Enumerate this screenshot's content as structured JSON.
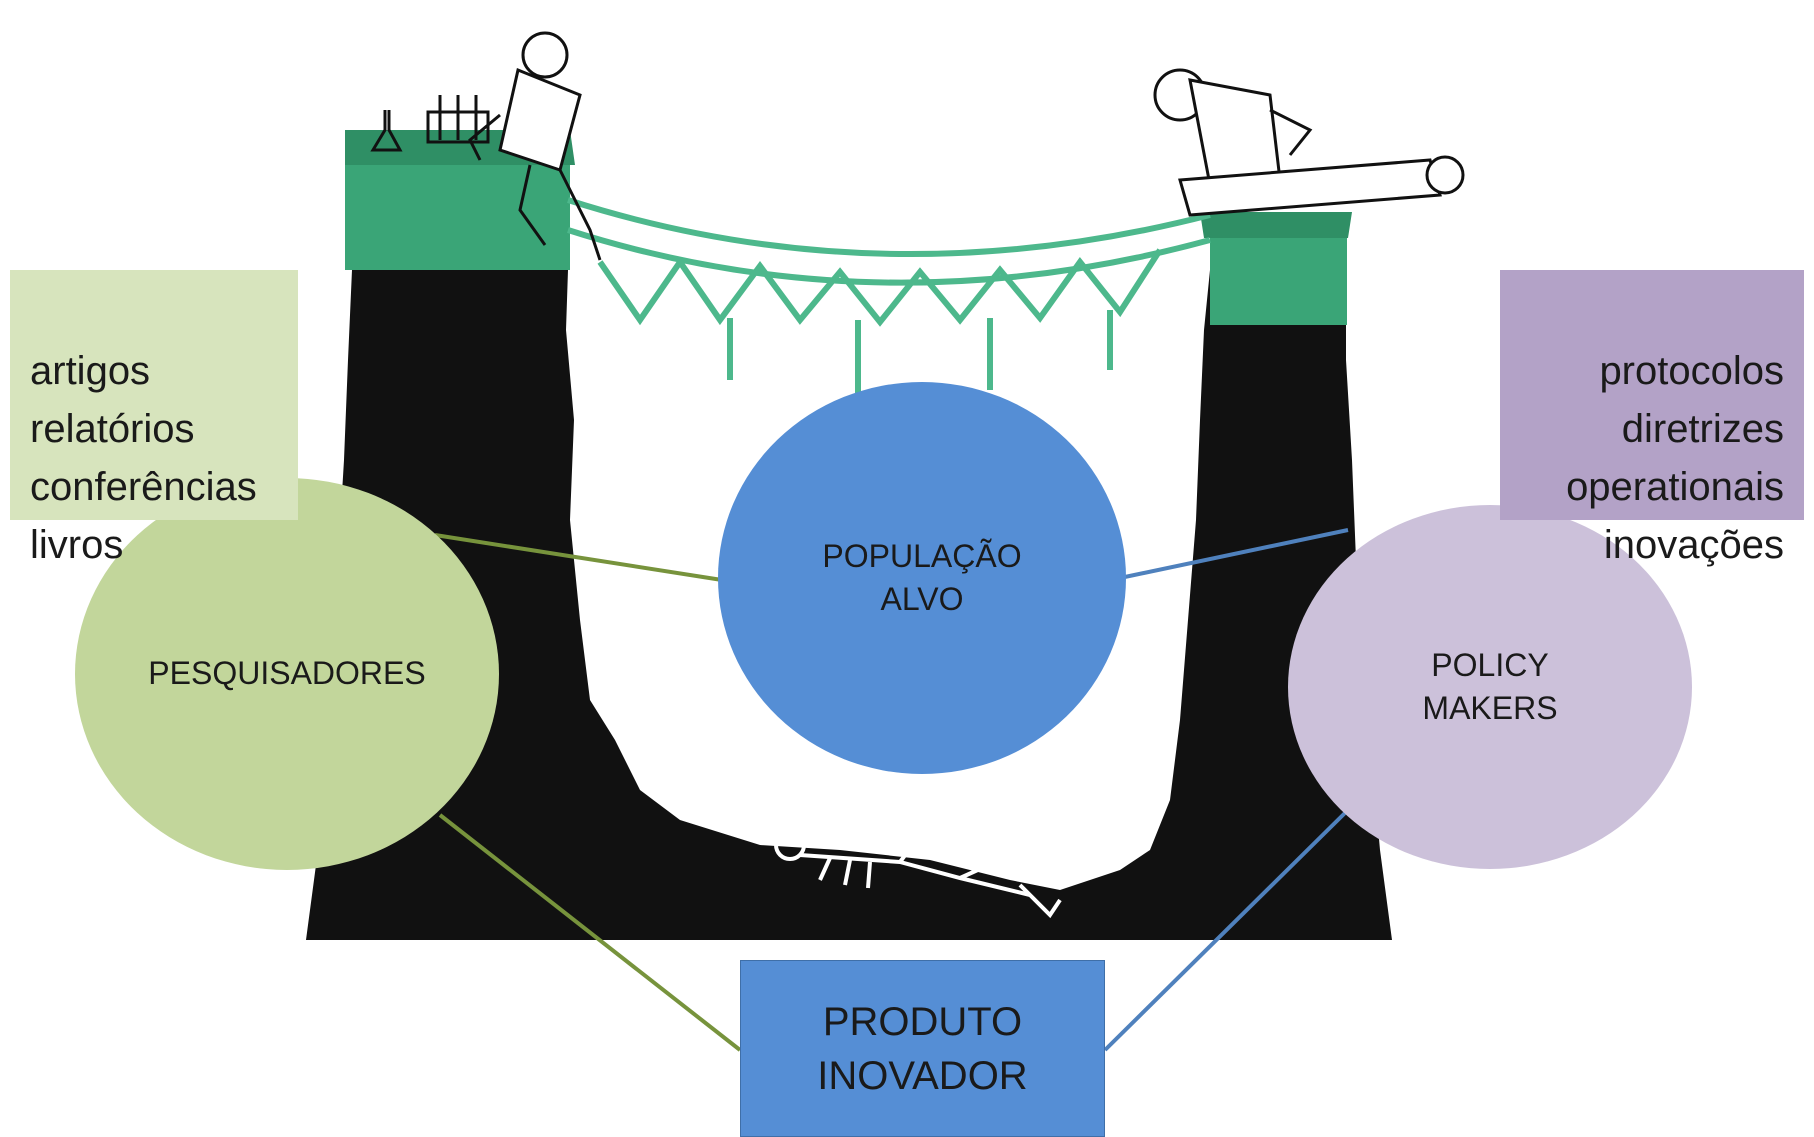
{
  "colors": {
    "pillar_top": "#3aa577",
    "pillar_body": "#111111",
    "bridge": "#4db88c",
    "green_node": "#c2d69b",
    "blue_node": "#558ed5",
    "purple_node": "#ccc1da",
    "green_card": "#d7e4bd",
    "purple_card": "#b3a2c7",
    "green_line": "#77933c",
    "blue_line": "#4f81bd"
  },
  "nodes": {
    "pesquisadores": "PESQUISADORES",
    "populacao": "POPULAÇÃO\nALVO",
    "policy": "POLICY\nMAKERS",
    "produto": "PRODUTO\nINOVADOR"
  },
  "cards": {
    "research_outputs": "artigos\nrelatórios\nconferências\nlivros",
    "policy_outputs": "protocolos\ndiretrizes\noperationais\ninovações"
  }
}
